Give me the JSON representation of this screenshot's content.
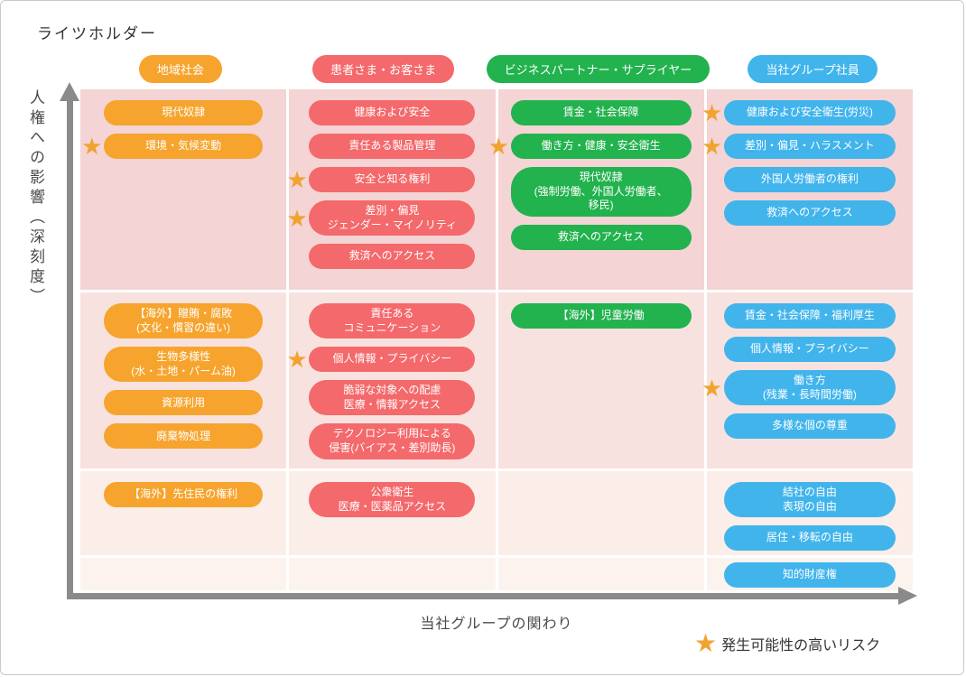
{
  "title": "ライツホルダー",
  "axes": {
    "y_label": "人権への影響（深刻度）",
    "x_label": "当社グループの関わり"
  },
  "legend": {
    "label": "発生可能性の高いリスク"
  },
  "icons": {
    "star": "★"
  },
  "colors": {
    "orange": "#F6A42D",
    "red": "#F4696B",
    "green": "#22B24E",
    "blue": "#41B4EC",
    "star": "#F0A330",
    "axis": "#8A8A8A",
    "bands": [
      "#F4D4D4",
      "#F8E2DF",
      "#FBEDE8",
      "#FCF3EE"
    ]
  },
  "columns": [
    {
      "header": "地域社会",
      "color_key": "orange",
      "rows": [
        {
          "items": [
            {
              "label": "現代奴隷"
            },
            {
              "label": "環境・気候変動",
              "star": true
            }
          ]
        },
        {
          "items": [
            {
              "label": "【海外】贈賄・腐敗\n(文化・慣習の違い)"
            },
            {
              "label": "生物多様性\n(水・土地・パーム油)"
            },
            {
              "label": "資源利用"
            },
            {
              "label": "廃棄物処理"
            }
          ]
        },
        {
          "items": [
            {
              "label": "【海外】先住民の権利"
            }
          ]
        },
        {
          "items": []
        }
      ]
    },
    {
      "header": "患者さま・お客さま",
      "color_key": "red",
      "rows": [
        {
          "items": [
            {
              "label": "健康および安全"
            },
            {
              "label": "責任ある製品管理"
            },
            {
              "label": "安全と知る権利",
              "star": true
            },
            {
              "label": "差別・偏見\nジェンダー・マイノリティ",
              "star": true
            },
            {
              "label": "救済へのアクセス"
            }
          ]
        },
        {
          "items": [
            {
              "label": "責任ある\nコミュニケーション"
            },
            {
              "label": "個人情報・プライバシー",
              "star": true
            },
            {
              "label": "脆弱な対象への配慮\n医療・情報アクセス"
            },
            {
              "label": "テクノロジー利用による\n侵害(バイアス・差別助長)"
            }
          ]
        },
        {
          "items": [
            {
              "label": "公衆衛生\n医療・医薬品アクセス"
            }
          ]
        },
        {
          "items": []
        }
      ]
    },
    {
      "header": "ビジネスパートナー・サプライヤー",
      "color_key": "green",
      "rows": [
        {
          "items": [
            {
              "label": "賃金・社会保障"
            },
            {
              "label": "働き方・健康・安全衛生",
              "star": true
            },
            {
              "label": "現代奴隷\n(強制労働、外国人労働者、\n移民)"
            },
            {
              "label": "救済へのアクセス"
            }
          ]
        },
        {
          "items": [
            {
              "label": "【海外】児童労働"
            }
          ]
        },
        {
          "items": []
        },
        {
          "items": []
        }
      ]
    },
    {
      "header": "当社グループ社員",
      "color_key": "blue",
      "rows": [
        {
          "items": [
            {
              "label": "健康および安全衛生(労災)",
              "star": true
            },
            {
              "label": "差別・偏見・ハラスメント",
              "star": true
            },
            {
              "label": "外国人労働者の権利"
            },
            {
              "label": "救済へのアクセス"
            }
          ]
        },
        {
          "items": [
            {
              "label": "賃金・社会保障・福利厚生"
            },
            {
              "label": "個人情報・プライバシー"
            },
            {
              "label": "働き方\n(残業・長時間労働)",
              "star": true
            },
            {
              "label": "多様な個の尊重"
            }
          ]
        },
        {
          "items": [
            {
              "label": "結社の自由\n表現の自由"
            },
            {
              "label": "居住・移転の自由"
            }
          ]
        },
        {
          "items": [
            {
              "label": "知的財産権"
            }
          ]
        }
      ]
    }
  ]
}
